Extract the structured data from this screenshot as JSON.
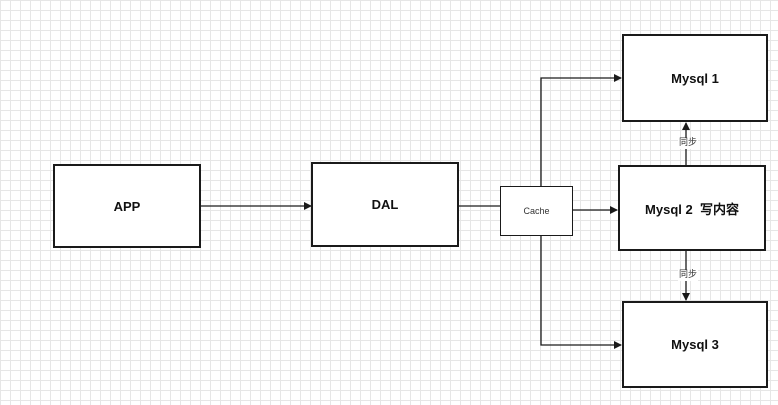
{
  "nodes": {
    "app": "APP",
    "dal": "DAL",
    "cache": "Cache",
    "mysql1": "Mysql 1",
    "mysql2": "Mysql 2  写内容",
    "mysql3": "Mysql 3"
  },
  "edge_labels": {
    "sync_up": "同步",
    "sync_down": "同步"
  },
  "colors": {
    "stroke": "#1a1a1a",
    "grid": "#e6e6e6",
    "background": "#ffffff"
  }
}
